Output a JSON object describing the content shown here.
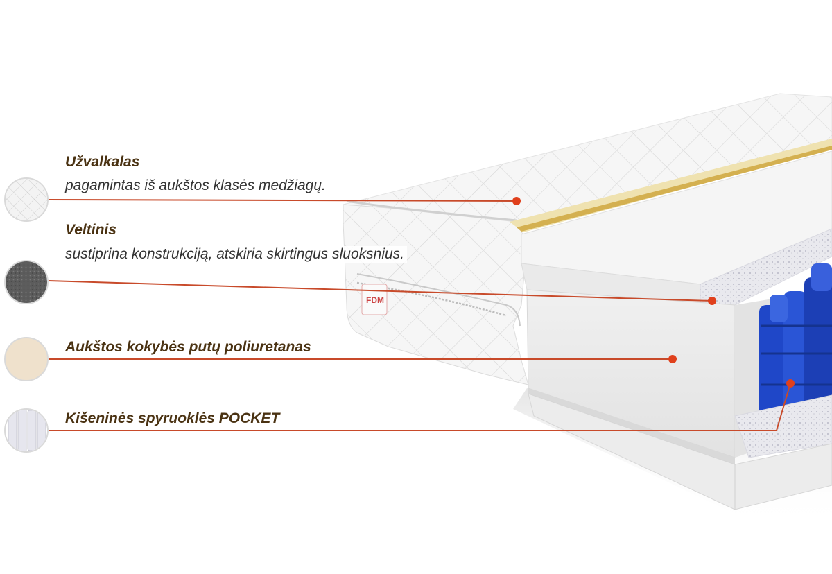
{
  "layers": [
    {
      "title": "Užvalkalas",
      "description": "pagamintas iš aukštos klasės medžiagų.",
      "swatch_icon": "quilted-fabric-icon",
      "swatch_color": "#f2f2f2"
    },
    {
      "title": "Veltinis",
      "description": "sustiprina konstrukciją, atskiria skirtingus sluoksnius.",
      "swatch_icon": "felt-icon",
      "swatch_color": "#5a5a5a"
    },
    {
      "title": "Aukštos kokybės putų poliuretanas",
      "description": "",
      "swatch_icon": "foam-icon",
      "swatch_color": "#efe1cc"
    },
    {
      "title": "Kišeninės spyruoklės POCKET",
      "description": "",
      "swatch_icon": "pocket-springs-icon",
      "swatch_color": "#e8e8ee"
    }
  ],
  "mattress_label": "FDM",
  "colors": {
    "leader_line": "#c84a2a",
    "marker_dot": "#e0401c",
    "title_text": "#4a3212",
    "springs": "#1f47c8",
    "cover": "#f4f4f4",
    "foam": "#ececec"
  }
}
